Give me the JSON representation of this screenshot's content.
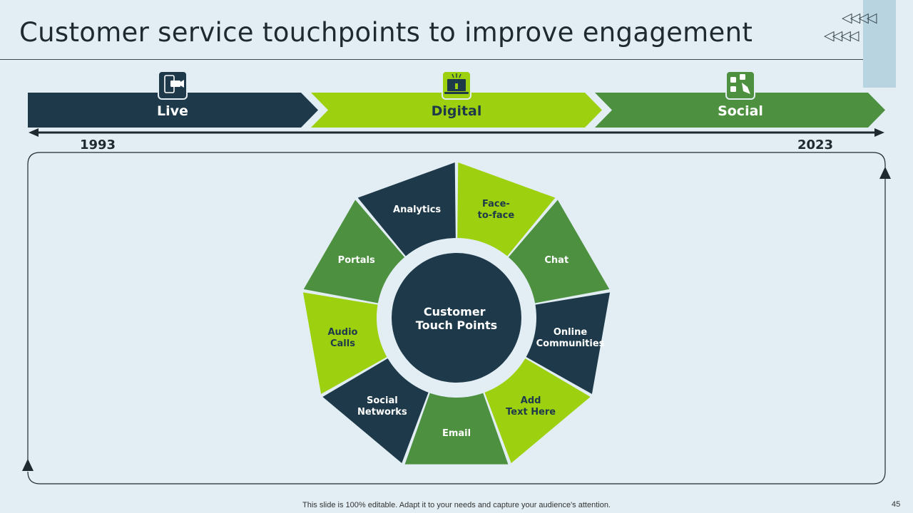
{
  "title": "Customer service touchpoints to improve engagement",
  "timeline": {
    "stages": [
      {
        "label": "Live",
        "color": "#1e3a4a",
        "icon": "mobile-video-icon"
      },
      {
        "label": "Digital",
        "color": "#9dd10f",
        "icon": "laptop-touch-icon"
      },
      {
        "label": "Social",
        "color": "#4d9040",
        "icon": "social-apps-icon"
      }
    ],
    "start_year": "1993",
    "end_year": "2023"
  },
  "wheel": {
    "center_label": [
      "Customer",
      "Touch Points"
    ],
    "segments": [
      {
        "label": [
          "Face-",
          "to-face"
        ],
        "color": "#9dd10f",
        "text_color": "#1e3a4a"
      },
      {
        "label": [
          "Chat"
        ],
        "color": "#4d9040",
        "text_color": "#ffffff"
      },
      {
        "label": [
          "Online",
          "Communities"
        ],
        "color": "#1e3a4a",
        "text_color": "#ffffff"
      },
      {
        "label": [
          "Add",
          "Text Here"
        ],
        "color": "#9dd10f",
        "text_color": "#1e3a4a"
      },
      {
        "label": [
          "Email"
        ],
        "color": "#4d9040",
        "text_color": "#ffffff"
      },
      {
        "label": [
          "Social",
          "Networks"
        ],
        "color": "#1e3a4a",
        "text_color": "#ffffff"
      },
      {
        "label": [
          "Audio",
          "Calls"
        ],
        "color": "#9dd10f",
        "text_color": "#1e3a4a"
      },
      {
        "label": [
          "Portals"
        ],
        "color": "#4d9040",
        "text_color": "#ffffff"
      },
      {
        "label": [
          "Analytics"
        ],
        "color": "#1e3a4a",
        "text_color": "#ffffff"
      }
    ]
  },
  "footer": {
    "note": "This slide is 100% editable. Adapt it to your needs and capture your audience's attention.",
    "page_number": "45"
  }
}
